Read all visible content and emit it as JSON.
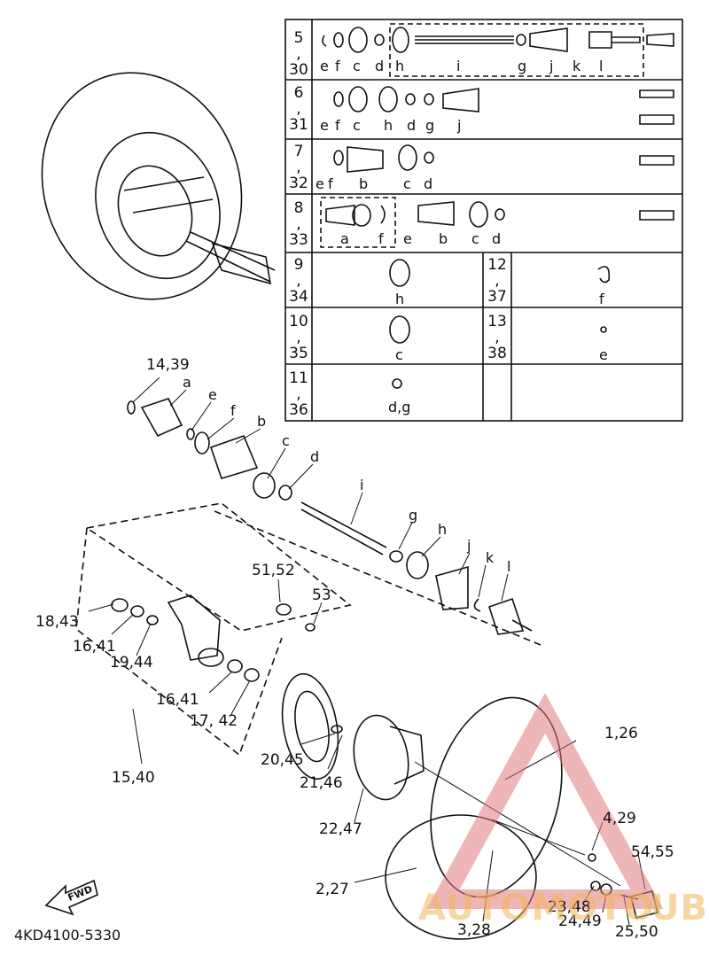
{
  "doc_code": "4KD4100-5330",
  "fwd": "FWD",
  "watermark": {
    "left": "AUTOMOTO",
    "right": "UB",
    "color": "#f0b75a",
    "triangle_color": "#e07a7a"
  },
  "table": {
    "rows": [
      {
        "num_top": "5",
        "num_bottom": "30",
        "letters": [
          "e",
          "f",
          "c",
          "d",
          "h",
          "i",
          "g",
          "j",
          "k",
          "l"
        ]
      },
      {
        "num_top": "6",
        "num_bottom": "31",
        "letters": [
          "e",
          "f",
          "c",
          "h",
          "d",
          "g",
          "j"
        ]
      },
      {
        "num_top": "7",
        "num_bottom": "32",
        "letters": [
          "e",
          "f",
          "b",
          "c",
          "d"
        ]
      },
      {
        "num_top": "8",
        "num_bottom": "33",
        "letters": [
          "a",
          "f",
          "e",
          "b",
          "c",
          "d"
        ]
      },
      {
        "num_top": "9",
        "num_bottom": "34",
        "letters": [
          "h"
        ],
        "right_num_top": "12",
        "right_num_bottom": "37",
        "right_letters": [
          "f"
        ]
      },
      {
        "num_top": "10",
        "num_bottom": "35",
        "letters": [
          "c"
        ],
        "right_num_top": "13",
        "right_num_bottom": "38",
        "right_letters": [
          "e"
        ]
      },
      {
        "num_top": "11",
        "num_bottom": "36",
        "letters": [
          "d,g"
        ]
      }
    ]
  },
  "callouts": {
    "c14": "14,39",
    "a": "a",
    "e": "e",
    "f": "f",
    "b": "b",
    "c": "c",
    "d": "d",
    "i": "i",
    "g": "g",
    "h": "h",
    "j": "j",
    "k": "k",
    "l": "l",
    "c51": "51,52",
    "c53": "53",
    "c18": "18,43",
    "c16a": "16,41",
    "c19": "19,44",
    "c16b": "16,41",
    "c17": "17, 42",
    "c15": "15,40",
    "c20": "20,45",
    "c21": "21,46",
    "c22": "22,47",
    "c1": "1,26",
    "c4": "4,29",
    "c54": "54,55",
    "c2": "2,27",
    "c23": "23,48",
    "c24": "24,49",
    "c3": "3,28",
    "c25": "25,50"
  }
}
